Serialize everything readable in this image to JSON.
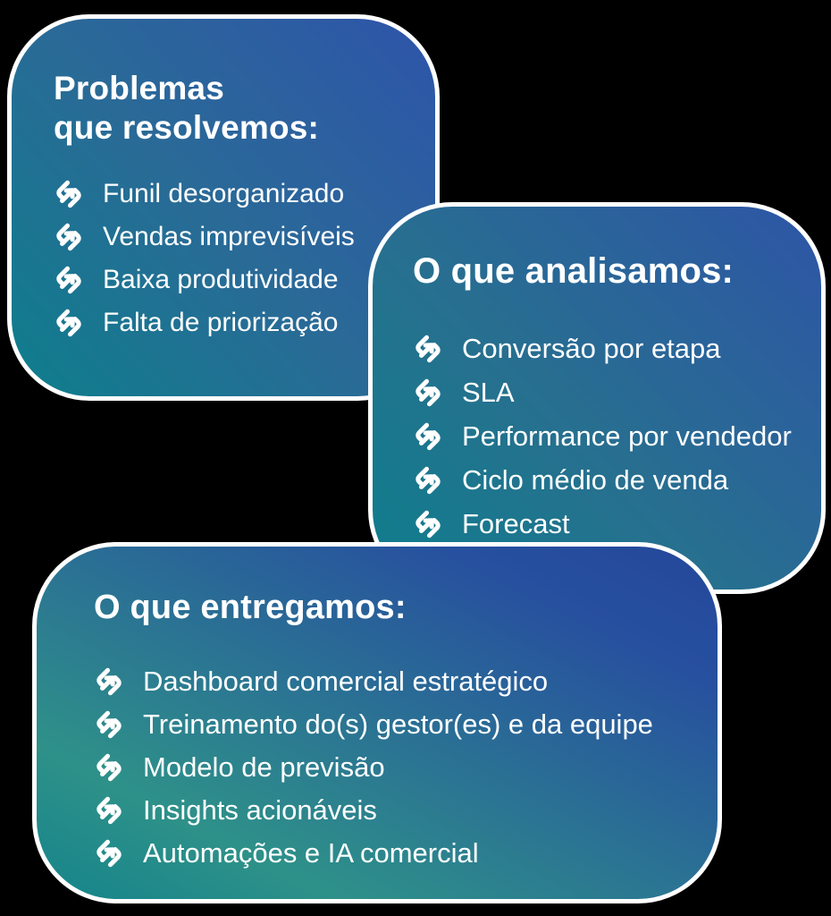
{
  "page": {
    "background_color": "#000000",
    "card_border_color": "#ffffff",
    "gradient_teal": "#0e7e8c",
    "gradient_blue": "#2e54a9",
    "bullet_icon": "s-arrow-logo-icon",
    "text_color": "#ffffff"
  },
  "cards": [
    {
      "id": "problems",
      "title": "Problemas\nque resolvemos:",
      "items": [
        "Funil desorganizado",
        "Vendas imprevisíveis",
        "Baixa produtividade",
        "Falta de priorização"
      ]
    },
    {
      "id": "analyze",
      "title": "O que analisamos:",
      "items": [
        "Conversão por etapa",
        "SLA",
        "Performance por vendedor",
        "Ciclo médio de venda",
        "Forecast"
      ]
    },
    {
      "id": "deliver",
      "title": "O que entregamos:",
      "items": [
        "Dashboard comercial estratégico",
        "Treinamento do(s) gestor(es) e da equipe",
        "Modelo de previsão",
        "Insights acionáveis",
        "Automações e IA comercial"
      ]
    }
  ]
}
